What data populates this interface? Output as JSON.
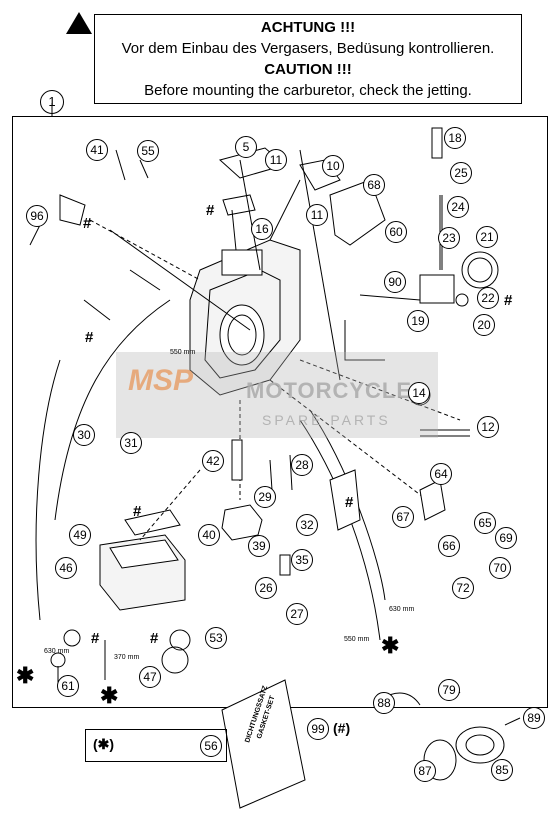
{
  "caution": {
    "line1": "ACHTUNG !!!",
    "line2": "Vor dem Einbau des Vergasers, Bedüsung kontrollieren.",
    "line3": "CAUTION !!!",
    "line4": "Before mounting the carburetor, check the jetting."
  },
  "callouts": {
    "c1": "1",
    "c5": "5",
    "c10": "10",
    "c11a": "11",
    "c11b": "11",
    "c12": "12",
    "c14": "14",
    "c16": "16",
    "c18": "18",
    "c19": "19",
    "c20": "20",
    "c21": "21",
    "c22": "22",
    "c23": "23",
    "c24": "24",
    "c25": "25",
    "c26": "26",
    "c27": "27",
    "c28": "28",
    "c29": "29",
    "c30": "30",
    "c31": "31",
    "c32": "32",
    "c35": "35",
    "c39": "39",
    "c40": "40",
    "c41": "41",
    "c42": "42",
    "c46": "46",
    "c47": "47",
    "c49": "49",
    "c53": "53",
    "c55": "55",
    "c56": "56",
    "c60": "60",
    "c61": "61",
    "c64": "64",
    "c65": "65",
    "c66": "66",
    "c67": "67",
    "c68": "68",
    "c69": "69",
    "c70": "70",
    "c72": "72",
    "c79": "79",
    "c85": "85",
    "c87": "87",
    "c88": "88",
    "c89": "89",
    "c90": "90",
    "c96": "96",
    "c99": "99"
  },
  "marks": {
    "hash": "#",
    "star": "✱",
    "star_legend": "(✱)",
    "hash_legend": "(#)"
  },
  "dimensions": {
    "d550a": "550 mm",
    "d550b": "550 mm",
    "d630a": "630 mm",
    "d630b": "630 mm",
    "d370": "370 mm"
  },
  "gasket_set": "DICHTUNGSSATZ GASKET-SET",
  "watermark": {
    "brand": "MSP",
    "title": "MOTORCYCLE",
    "subtitle": "SPARE PARTS"
  }
}
